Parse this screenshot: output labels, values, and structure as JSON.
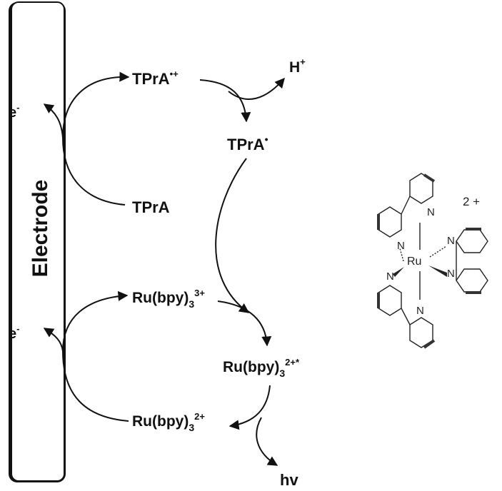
{
  "electrode_label": "Electrode",
  "electron": {
    "base": "e",
    "sup": "-"
  },
  "species": {
    "tpra_radical_cation": {
      "base": "TPrA",
      "sup": "•+"
    },
    "proton": {
      "base": "H",
      "sup": "+"
    },
    "tpra_radical": {
      "base": "TPrA",
      "sup": "•"
    },
    "tpra": {
      "base": "TPrA"
    },
    "ru_3plus": {
      "base": "Ru(bpy)",
      "sub": "3",
      "sup": "3+"
    },
    "ru_excited": {
      "base": "Ru(bpy)",
      "sub": "3",
      "sup": "2+*"
    },
    "ru_2plus": {
      "base": "Ru(bpy)",
      "sub": "3",
      "sup": "2+"
    },
    "light": {
      "base": "hv"
    }
  },
  "complex": {
    "charge": "2 +",
    "metal": "Ru",
    "nitrogen": "N"
  },
  "colors": {
    "ink": "#111111",
    "background": "#ffffff"
  }
}
